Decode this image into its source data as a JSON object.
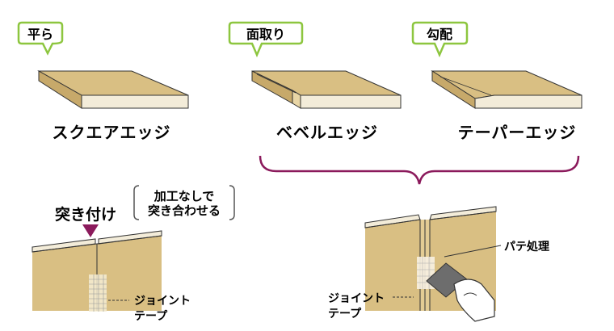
{
  "tags": {
    "flat": "平ら",
    "chamfer": "面取り",
    "slope": "勾配"
  },
  "edges": {
    "square": "スクエアエッジ",
    "bevel": "ベベルエッジ",
    "taper": "テーパーエッジ"
  },
  "butt_joint": {
    "title": "突き付け",
    "note_line1": "加工なしで",
    "note_line2": "突き合わせる",
    "tape_line1": "ジョイント",
    "tape_line2": "テープ"
  },
  "taper_joint": {
    "putty": "パテ処理",
    "tape_line1": "ジョイント",
    "tape_line2": "テープ"
  },
  "colors": {
    "board": "#d9bf83",
    "board_face": "#e9d6a6",
    "board_edge": "#f3ecd9",
    "tag_border": "#8dc63f",
    "accent": "#8b1a5c"
  }
}
